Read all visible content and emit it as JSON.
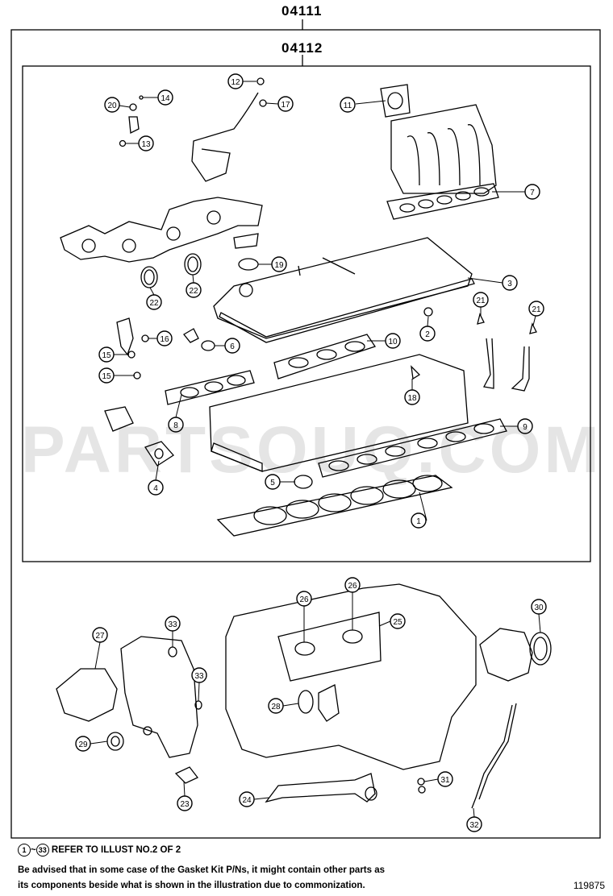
{
  "header": {
    "kit_code": "04111",
    "sub_kit_code": "04112"
  },
  "watermark": "PARTSOUQ.COM",
  "callouts": [
    "1",
    "2",
    "3",
    "4",
    "5",
    "6",
    "7",
    "8",
    "9",
    "10",
    "11",
    "12",
    "13",
    "14",
    "15",
    "15",
    "16",
    "17",
    "18",
    "19",
    "20",
    "21",
    "21",
    "22",
    "22",
    "23",
    "24",
    "25",
    "26",
    "26",
    "27",
    "28",
    "29",
    "30",
    "31",
    "32",
    "33",
    "33"
  ],
  "footer": {
    "range_start": "1",
    "range_sep": "~",
    "range_end": "33",
    "refer_text": "REFER TO ILLUST NO.2 OF 2",
    "note_line1": "Be advised that in some case of the Gasket Kit P/Ns,  it might contain other parts as",
    "note_line2": "its components beside what is shown in the illustration due to commonization.",
    "figure_number": "119875"
  }
}
